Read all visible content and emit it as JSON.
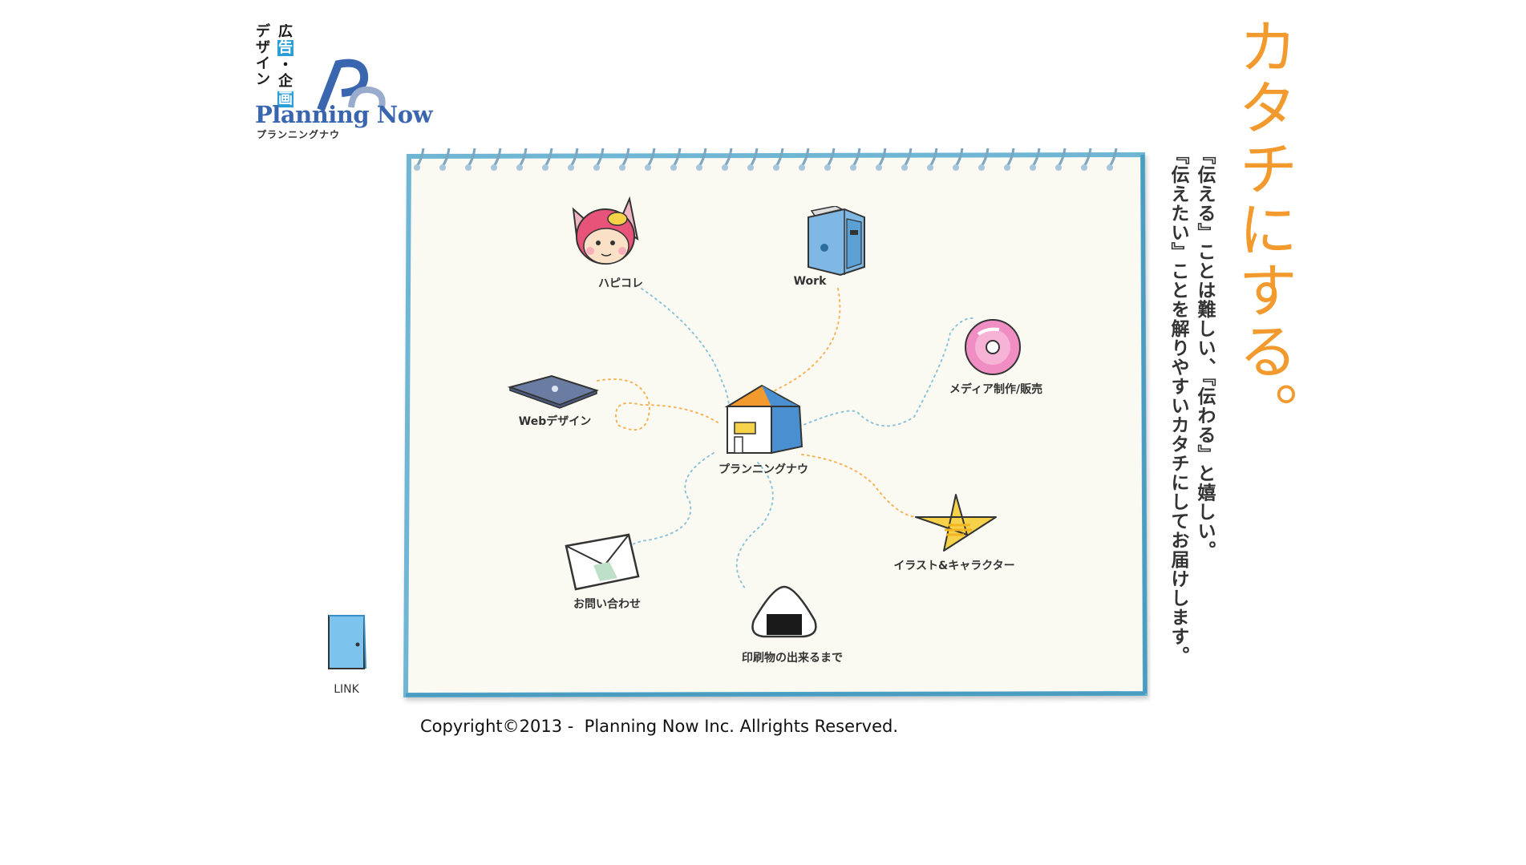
{
  "logo": {
    "col1": "デザイン",
    "col2a": "広",
    "col2b": "告",
    "col2c": "・企",
    "col2d": "画",
    "name": "Planning Now",
    "kana": "プランニングナウ",
    "mark_letter": "Pn"
  },
  "nav": {
    "hapikore": "ハピコレ",
    "work": "Work",
    "media": "メディア制作/販売",
    "web": "Webデザイン",
    "center": "プランニングナウ",
    "contact": "お問い合わせ",
    "print": "印刷物の出来るまで",
    "illust": "イラスト&キャラクター"
  },
  "slogan": {
    "title": "カタチにする。",
    "line1": "『伝える』ことは難しい、『伝わる』と嬉しい。",
    "line2": "『伝えたい』ことを解りやすいカタチにしてお届けします。"
  },
  "link_label": "LINK",
  "copyright": "Copyright©2013 -  Planning Now Inc. Allrights Reserved.",
  "colors": {
    "accent_orange": "#f29a2e",
    "logo_blue": "#3a66b0",
    "paper": "#fbfaf2",
    "paper_border": "#6eb6d4"
  }
}
